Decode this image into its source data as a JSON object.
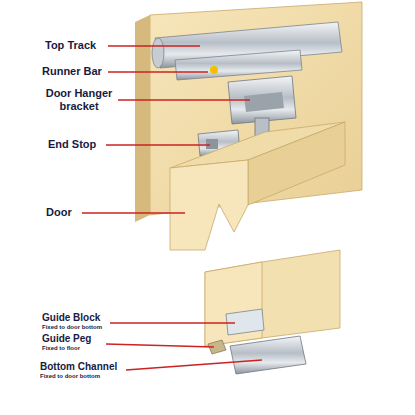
{
  "diagram": {
    "labels": [
      "Top Track",
      "Runner Bar",
      "Door Hanger bracket",
      "End Stop",
      "Door",
      "Guide Block",
      "Fixed to door bottom",
      "Guide Peg",
      "Fixed to floor",
      "Bottom Channel",
      "Fixed to door bottom"
    ]
  }
}
